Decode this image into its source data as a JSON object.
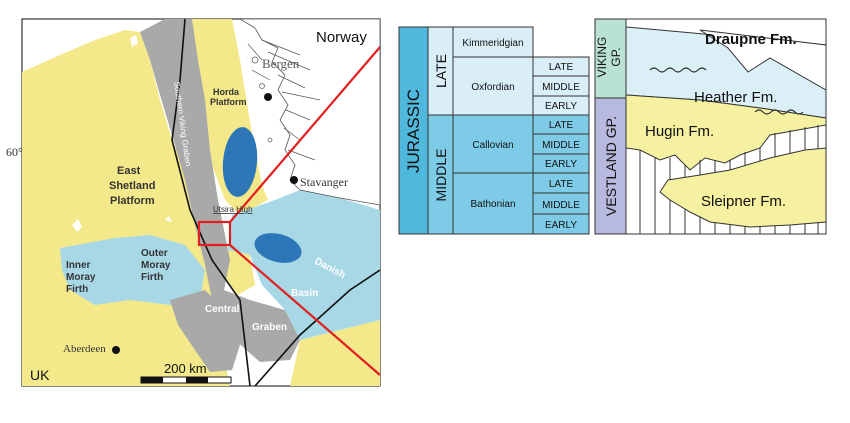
{
  "map": {
    "countries": {
      "norway": "Norway",
      "uk": "UK"
    },
    "cities": {
      "bergen": "Bergen",
      "stavanger": "Stavanger",
      "aberdeen": "Aberdeen"
    },
    "latitude_label": "60°",
    "regions": {
      "horda_line1": "Horda",
      "horda_line2": "Platform",
      "east_shetland_line1": "East",
      "east_shetland_line2": "Shetland",
      "east_shetland_line3": "Platform",
      "utsira_high": "Utsira High",
      "southern_viking_graben": "Southern Viking Graben",
      "inner_moray_line1": "Inner",
      "inner_moray_line2": "Moray",
      "inner_moray_line3": "Firth",
      "outer_moray_line1": "Outer",
      "outer_moray_line2": "Moray",
      "outer_moray_line3": "Firth",
      "central_graben_line1": "Central",
      "central_graben_line2": "Graben",
      "danish_basin_line1": "Danish",
      "danish_basin_line2": "Basin"
    },
    "scale_label": "200 km",
    "colors": {
      "platform": "#f4e98a",
      "graben": "#a9a9a9",
      "basin": "#a8d8e6",
      "sea": "#ffffff",
      "oil_field": "#2d77b8",
      "locator_line": "#e02020"
    }
  },
  "stratigraphy": {
    "system": "JURASSIC",
    "series": {
      "late": "LATE",
      "middle": "MIDDLE"
    },
    "stages": {
      "kimmeridgian": "Kimmeridgian",
      "oxfordian": "Oxfordian",
      "callovian": "Callovian",
      "bathonian": "Bathonian"
    },
    "substages": {
      "late": "LATE",
      "middle": "MIDDLE",
      "early": "EARLY"
    },
    "groups": {
      "viking_line1": "VIKING",
      "viking_line2": "GP.",
      "vestland": "VESTLAND GP."
    },
    "formations": {
      "draupne": "Draupne Fm.",
      "heather": "Heather Fm.",
      "hugin": "Hugin Fm.",
      "sleipner": "Sleipner Fm."
    },
    "colors": {
      "jurassic": "#4fb8dc",
      "late": "#d9eef7",
      "middle": "#7dcbe6",
      "viking": "#b9e2d4",
      "vestland": "#b8b9de",
      "sand": "#f6f1a0",
      "shale": "#dbeff7"
    }
  }
}
